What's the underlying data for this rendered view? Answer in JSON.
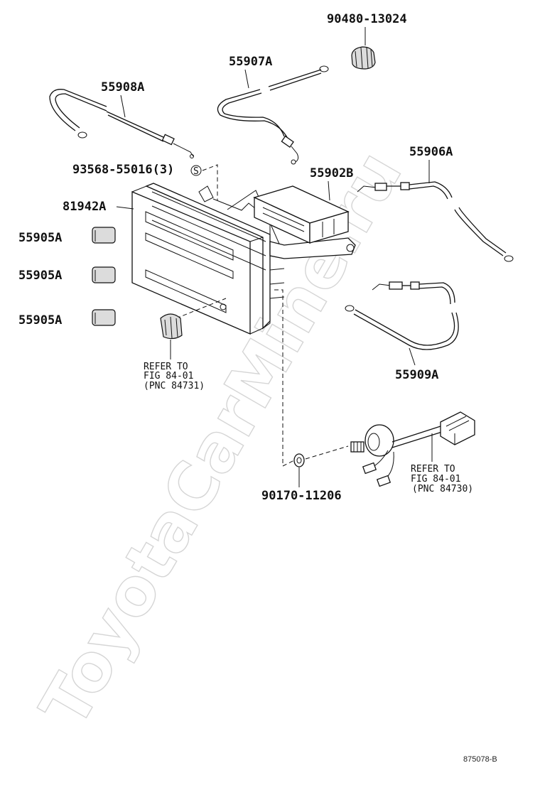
{
  "watermark": "ToyotaCarMine.ru",
  "diagram_code": "875078-B",
  "parts": {
    "p90480": "90480-13024",
    "p55907": "55907A",
    "p55908": "55908A",
    "p93568": "93568-55016(3)",
    "p93568_symbol": "S",
    "p55902": "55902B",
    "p55906": "55906A",
    "p81942": "81942A",
    "p55905_1": "55905A",
    "p55905_2": "55905A",
    "p55905_3": "55905A",
    "p55909": "55909A",
    "p90170": "90170-11206"
  },
  "refs": {
    "knob": {
      "line1": "REFER TO",
      "line2": "FIG 84-01",
      "line3": "(PNC 84731)"
    },
    "blower": {
      "line1": "REFER TO",
      "line2": "FIG 84-01",
      "line3": "(PNC 84730)"
    }
  }
}
